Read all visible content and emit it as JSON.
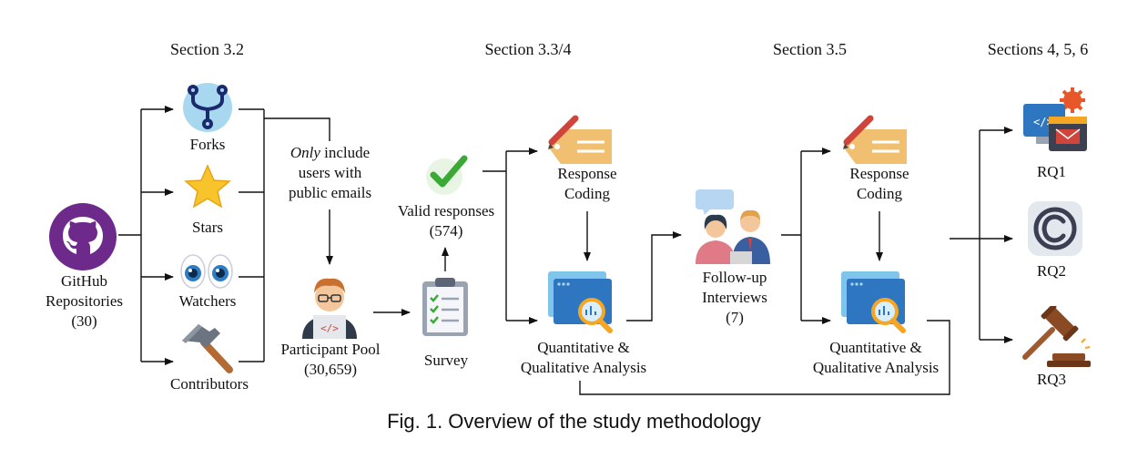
{
  "sections": {
    "s1": "Section 3.2",
    "s2": "Section 3.3/4",
    "s3": "Section 3.5",
    "s4": "Sections 4, 5, 6"
  },
  "github": {
    "line1": "GitHub",
    "line2": "Repositories",
    "line3": "(30)"
  },
  "signals": {
    "forks": "Forks",
    "stars": "Stars",
    "watchers": "Watchers",
    "contributors": "Contributors"
  },
  "filter": {
    "em": "Only",
    "line1_rest": " include",
    "line2": "users with",
    "line3": "public emails"
  },
  "pool": {
    "line1": "Participant Pool",
    "line2": "(30,659)"
  },
  "survey": {
    "label": "Survey"
  },
  "valid": {
    "line1": "Valid responses",
    "line2": "(574)"
  },
  "coding1": {
    "line1": "Response",
    "line2": "Coding"
  },
  "analysis1": {
    "line1": "Quantitative &",
    "line2": "Qualitative Analysis"
  },
  "interviews": {
    "line1": "Follow-up",
    "line2": "Interviews",
    "line3": "(7)"
  },
  "coding2": {
    "line1": "Response",
    "line2": "Coding"
  },
  "analysis2": {
    "line1": "Quantitative &",
    "line2": "Qualitative Analysis"
  },
  "rqs": {
    "rq1": "RQ1",
    "rq2": "RQ2",
    "rq3": "RQ3"
  },
  "caption": "Fig. 1.  Overview of the study methodology",
  "colors": {
    "github": "#6e2a8a",
    "fork_bg": "#a8d8ef",
    "fork": "#1a2a6c",
    "star": "#f7c52b",
    "check": "#3aa935",
    "tag": "#f0c070",
    "panel": "#3e8fd6",
    "magnifier": "#f5a623",
    "gavel": "#8a4a24",
    "copyright": "#3b3f52"
  }
}
